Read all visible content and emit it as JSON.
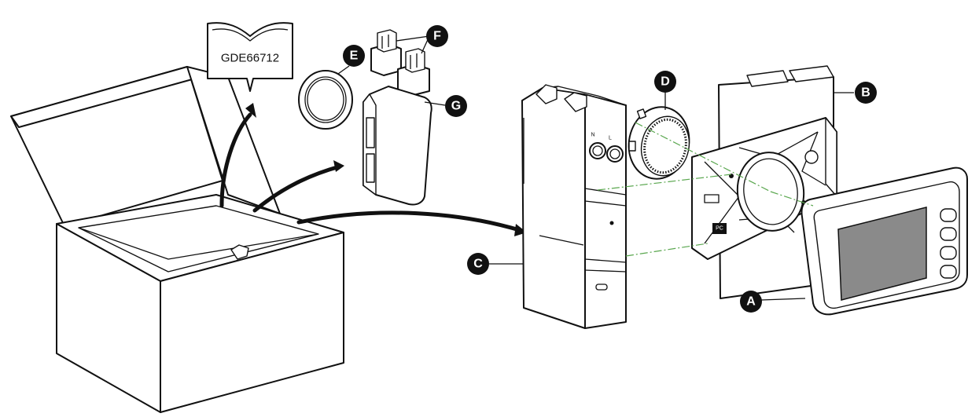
{
  "manual": {
    "reference": "GDE66712"
  },
  "labels": {
    "A": "A",
    "B": "B",
    "C": "C",
    "D": "D",
    "E": "E",
    "F": "F",
    "G": "G"
  },
  "faceplate": {
    "marking": "PC"
  },
  "colors": {
    "line": "#111111",
    "alignment_guide": "#5aa74f",
    "screen": "#8a8a8a",
    "badge": "#111111"
  }
}
